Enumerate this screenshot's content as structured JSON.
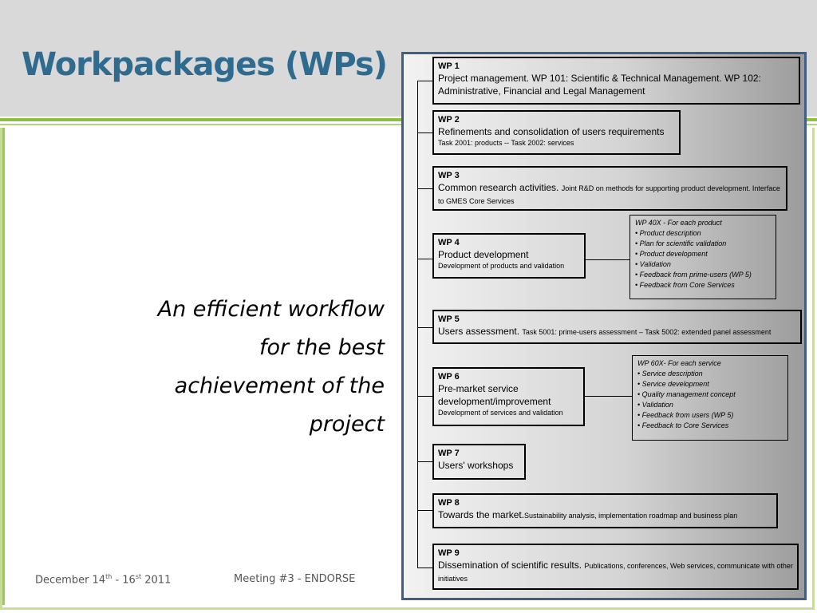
{
  "slide": {
    "title": "Workpackages (WPs)",
    "tagline": [
      "An efficient workflow",
      "for the best",
      "achievement  of the",
      "project"
    ]
  },
  "footer": {
    "date_start": "December 14",
    "date_start_sup": "th",
    "date_sep": " - 16",
    "date_end_sup": "st",
    "date_year": " 2011",
    "meeting": "Meeting #3 - ENDORSE"
  },
  "workpackages": [
    {
      "id": "WP 1",
      "title": "Project management. WP 101: Scientific & Technical Management. WP 102: Administrative, Financial and Legal Management",
      "detail": ""
    },
    {
      "id": "WP 2",
      "title": "Refinements and consolidation of users requirements",
      "detail": "Task 2001: products -- Task 2002: services"
    },
    {
      "id": "WP 3",
      "title": "Common research activities.",
      "detail": "Joint R&D on methods for supporting product development. Interface to GMES Core Services"
    },
    {
      "id": "WP 4",
      "title": "Product development",
      "detail": "Development of products and validation"
    },
    {
      "id": "WP 5",
      "title": "Users assessment.",
      "detail": "Task 5001: prime-users assessment – Task 5002: extended panel assessment"
    },
    {
      "id": "WP 6",
      "title": "Pre-market service development/improvement",
      "detail": "Development of services and validation"
    },
    {
      "id": "WP 7",
      "title": "Users' workshops",
      "detail": ""
    },
    {
      "id": "WP 8",
      "title": "Towards the market.",
      "detail": "Sustainability analysis, implementation roadmap and business plan"
    },
    {
      "id": "WP 9",
      "title": "Dissemination of scientific results.",
      "detail": "Publications, conferences, Web services, communicate with other initiatives"
    }
  ],
  "subpackages": {
    "wp40x": {
      "heading": "WP 40X - For each product",
      "items": [
        "• Product description",
        "• Plan for scientific validation",
        "• Product development",
        "• Validation",
        "• Feedback from prime-users (WP 5)",
        "• Feedback from Core Services"
      ]
    },
    "wp60x": {
      "heading": "WP 60X- For each service",
      "items": [
        "• Service description",
        "• Service development",
        "• Quality management concept",
        "• Validation",
        "• Feedback from users (WP 5)",
        "• Feedback to Core Services"
      ]
    }
  }
}
